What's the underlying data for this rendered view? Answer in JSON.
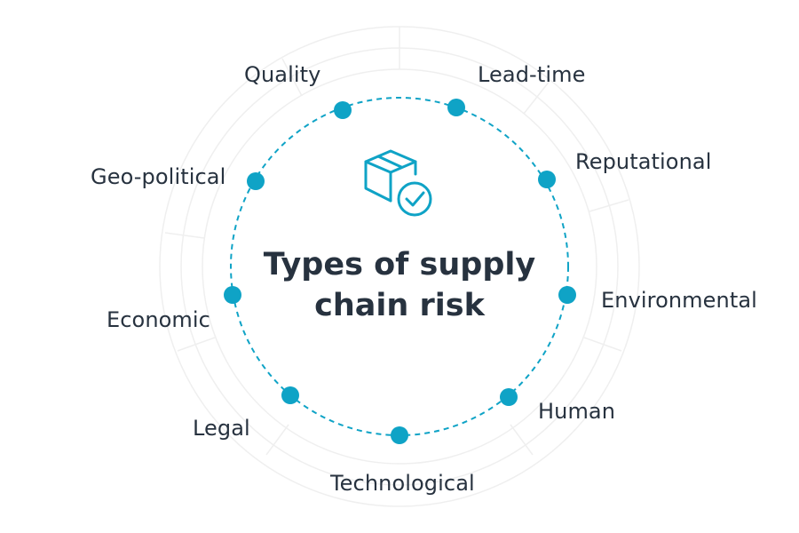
{
  "title": {
    "line1": "Types of supply",
    "line2": "chain risk"
  },
  "center_icon": "package-check-icon",
  "colors": {
    "accent": "#0fa3c6",
    "text": "#27323f",
    "rings": "#ececec"
  },
  "risk_types": [
    {
      "id": "quality",
      "label": "Quality"
    },
    {
      "id": "lead-time",
      "label": "Lead-time"
    },
    {
      "id": "reputational",
      "label": "Reputational"
    },
    {
      "id": "environmental",
      "label": "Environmental"
    },
    {
      "id": "human",
      "label": "Human"
    },
    {
      "id": "technological",
      "label": "Technological"
    },
    {
      "id": "legal",
      "label": "Legal"
    },
    {
      "id": "economic",
      "label": "Economic"
    },
    {
      "id": "geo-political",
      "label": "Geo-political"
    }
  ]
}
